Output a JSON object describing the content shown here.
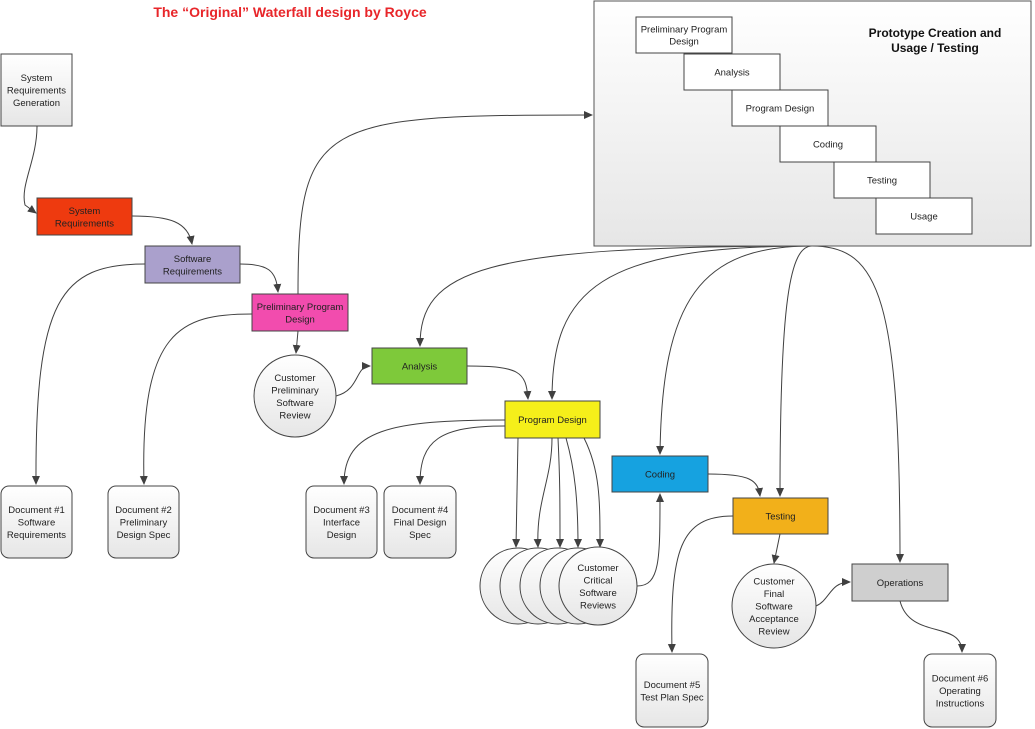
{
  "title": "The “Original” Waterfall design by Royce",
  "prototype": {
    "title_lines": [
      "Prototype Creation and",
      "Usage / Testing"
    ],
    "steps": [
      {
        "id": "p1",
        "lines": [
          "Preliminary Program",
          "Design"
        ]
      },
      {
        "id": "p2",
        "lines": [
          "Analysis"
        ]
      },
      {
        "id": "p3",
        "lines": [
          "Program Design"
        ]
      },
      {
        "id": "p4",
        "lines": [
          "Coding"
        ]
      },
      {
        "id": "p5",
        "lines": [
          "Testing"
        ]
      },
      {
        "id": "p6",
        "lines": [
          "Usage"
        ]
      }
    ]
  },
  "nodes": [
    {
      "id": "sysgen",
      "shape": "rect",
      "color": "#f2f2f2",
      "lines": [
        "System",
        "Requirements",
        "Generation"
      ]
    },
    {
      "id": "sysreq",
      "shape": "rect",
      "color": "#ee3a0f",
      "lines": [
        "System",
        "Requirements"
      ]
    },
    {
      "id": "swreq",
      "shape": "rect",
      "color": "#aaa0cc",
      "lines": [
        "Software",
        "Requirements"
      ]
    },
    {
      "id": "ppd",
      "shape": "rect",
      "color": "#f24cae",
      "lines": [
        "Preliminary Program",
        "Design"
      ]
    },
    {
      "id": "analysis",
      "shape": "rect",
      "color": "#7ec93a",
      "lines": [
        "Analysis"
      ]
    },
    {
      "id": "progdesign",
      "shape": "rect",
      "color": "#f5ef1a",
      "lines": [
        "Program Design"
      ]
    },
    {
      "id": "coding",
      "shape": "rect",
      "color": "#16a2e0",
      "lines": [
        "Coding"
      ]
    },
    {
      "id": "testing",
      "shape": "rect",
      "color": "#f2b01a",
      "lines": [
        "Testing"
      ]
    },
    {
      "id": "operations",
      "shape": "rect",
      "color": "#cfcfcf",
      "lines": [
        "Operations"
      ]
    },
    {
      "id": "cpsr",
      "shape": "circle",
      "color": "#f2f2f2",
      "lines": [
        "Customer",
        "Preliminary",
        "Software",
        "Review"
      ]
    },
    {
      "id": "ccsr",
      "shape": "circle",
      "color": "#f2f2f2",
      "lines": [
        "Customer",
        "Critical",
        "Software",
        "Reviews"
      ]
    },
    {
      "id": "cfsar",
      "shape": "circle",
      "color": "#f2f2f2",
      "lines": [
        "Customer",
        "Final",
        "Software",
        "Acceptance",
        "Review"
      ]
    },
    {
      "id": "doc1",
      "shape": "doc",
      "color": "#f2f2f2",
      "lines": [
        "Document #1",
        "Software",
        "Requirements"
      ]
    },
    {
      "id": "doc2",
      "shape": "doc",
      "color": "#f2f2f2",
      "lines": [
        "Document #2",
        "Preliminary",
        "Design Spec"
      ]
    },
    {
      "id": "doc3",
      "shape": "doc",
      "color": "#f2f2f2",
      "lines": [
        "Document #3",
        "Interface",
        "Design"
      ]
    },
    {
      "id": "doc4",
      "shape": "doc",
      "color": "#f2f2f2",
      "lines": [
        "Document #4",
        "Final Design",
        "Spec"
      ]
    },
    {
      "id": "doc5",
      "shape": "doc",
      "color": "#f2f2f2",
      "lines": [
        "Document #5",
        "Test Plan Spec"
      ]
    },
    {
      "id": "doc6",
      "shape": "doc",
      "color": "#f2f2f2",
      "lines": [
        "Document #6",
        "Operating",
        "Instructions"
      ]
    }
  ]
}
